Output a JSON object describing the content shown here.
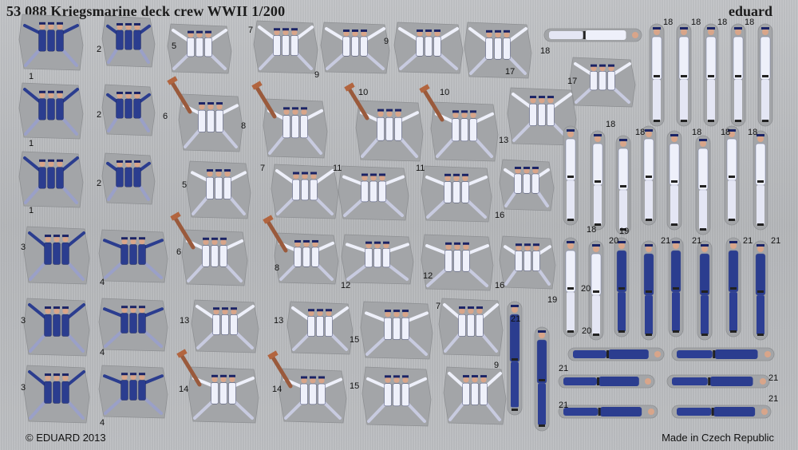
{
  "header": {
    "title": "53 088 Kriegsmarine deck crew WWII 1/200",
    "brand": "eduard"
  },
  "footer": {
    "copyright": "© EDUARD 2013",
    "origin": "Made in Czech Republic"
  },
  "colors": {
    "fret": "#b9bbbe",
    "carrier": "#a3a5a8",
    "navy_uniform": "#2b3d8f",
    "white_uniform": "#eef0fa",
    "skin": "#d8a58a",
    "rope": "#9a5a3c"
  },
  "parts": {
    "numbers": [
      "1",
      "2",
      "5",
      "7",
      "9",
      "9",
      "17",
      "18",
      "18",
      "18",
      "18",
      "18",
      "1",
      "2",
      "6",
      "8",
      "10",
      "10",
      "13",
      "17",
      "18",
      "18",
      "18",
      "18",
      "18",
      "1",
      "2",
      "5",
      "7",
      "11",
      "11",
      "16",
      "18",
      "19",
      "3",
      "4",
      "6",
      "8",
      "12",
      "12",
      "16",
      "20",
      "20",
      "21",
      "21",
      "21",
      "21",
      "3",
      "4",
      "13",
      "13",
      "15",
      "7",
      "19",
      "20",
      "21",
      "21",
      "3",
      "4",
      "14",
      "14",
      "15",
      "9",
      "21",
      "21",
      "21"
    ]
  }
}
